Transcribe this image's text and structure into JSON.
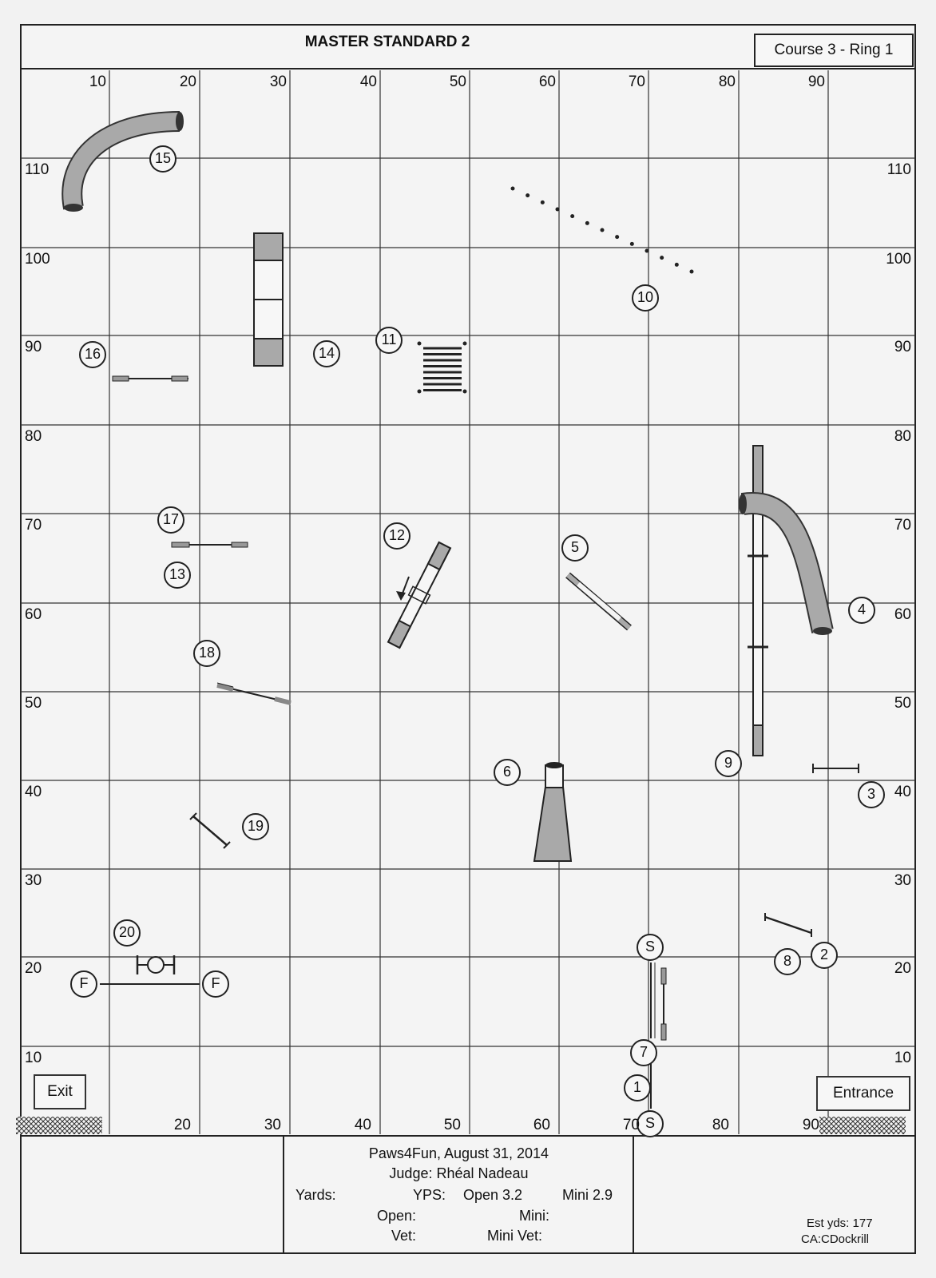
{
  "header": {
    "title": "MASTER STANDARD 2",
    "course": "Course 3 - Ring 1"
  },
  "grid": {
    "x_labels_top": [
      "10",
      "20",
      "30",
      "40",
      "50",
      "60",
      "70",
      "80",
      "90"
    ],
    "x_labels_bottom": [
      "20",
      "30",
      "40",
      "50",
      "60",
      "70",
      "80",
      "90"
    ],
    "y_labels": [
      "110",
      "100",
      "90",
      "80",
      "70",
      "60",
      "50",
      "40",
      "30",
      "20",
      "10"
    ]
  },
  "markers": [
    {
      "label": "1"
    },
    {
      "label": "2"
    },
    {
      "label": "3"
    },
    {
      "label": "4"
    },
    {
      "label": "5"
    },
    {
      "label": "6"
    },
    {
      "label": "7"
    },
    {
      "label": "8"
    },
    {
      "label": "9"
    },
    {
      "label": "10"
    },
    {
      "label": "11"
    },
    {
      "label": "12"
    },
    {
      "label": "13"
    },
    {
      "label": "14"
    },
    {
      "label": "15"
    },
    {
      "label": "16"
    },
    {
      "label": "17"
    },
    {
      "label": "18"
    },
    {
      "label": "19"
    },
    {
      "label": "20"
    },
    {
      "label": "S"
    },
    {
      "label": "S"
    },
    {
      "label": "F"
    },
    {
      "label": "F"
    }
  ],
  "buttons": {
    "exit": "Exit",
    "entrance": "Entrance"
  },
  "footer": {
    "line1": "Paws4Fun, August 31, 2014",
    "line2": "Judge: Rhéal Nadeau",
    "yards_label": "Yards:",
    "yps_label": "YPS:",
    "open_yps": "Open 3.2",
    "mini_yps": "Mini 2.9",
    "open_label": "Open:",
    "mini_label": "Mini:",
    "vet_label": "Vet:",
    "mini_vet_label": "Mini Vet:",
    "est_yds": "Est yds: 177",
    "ca": "CA:CDockrill"
  },
  "colors": {
    "line": "#222222",
    "equipment_fill": "#a9a9a9",
    "background": "#f4f4f4"
  }
}
